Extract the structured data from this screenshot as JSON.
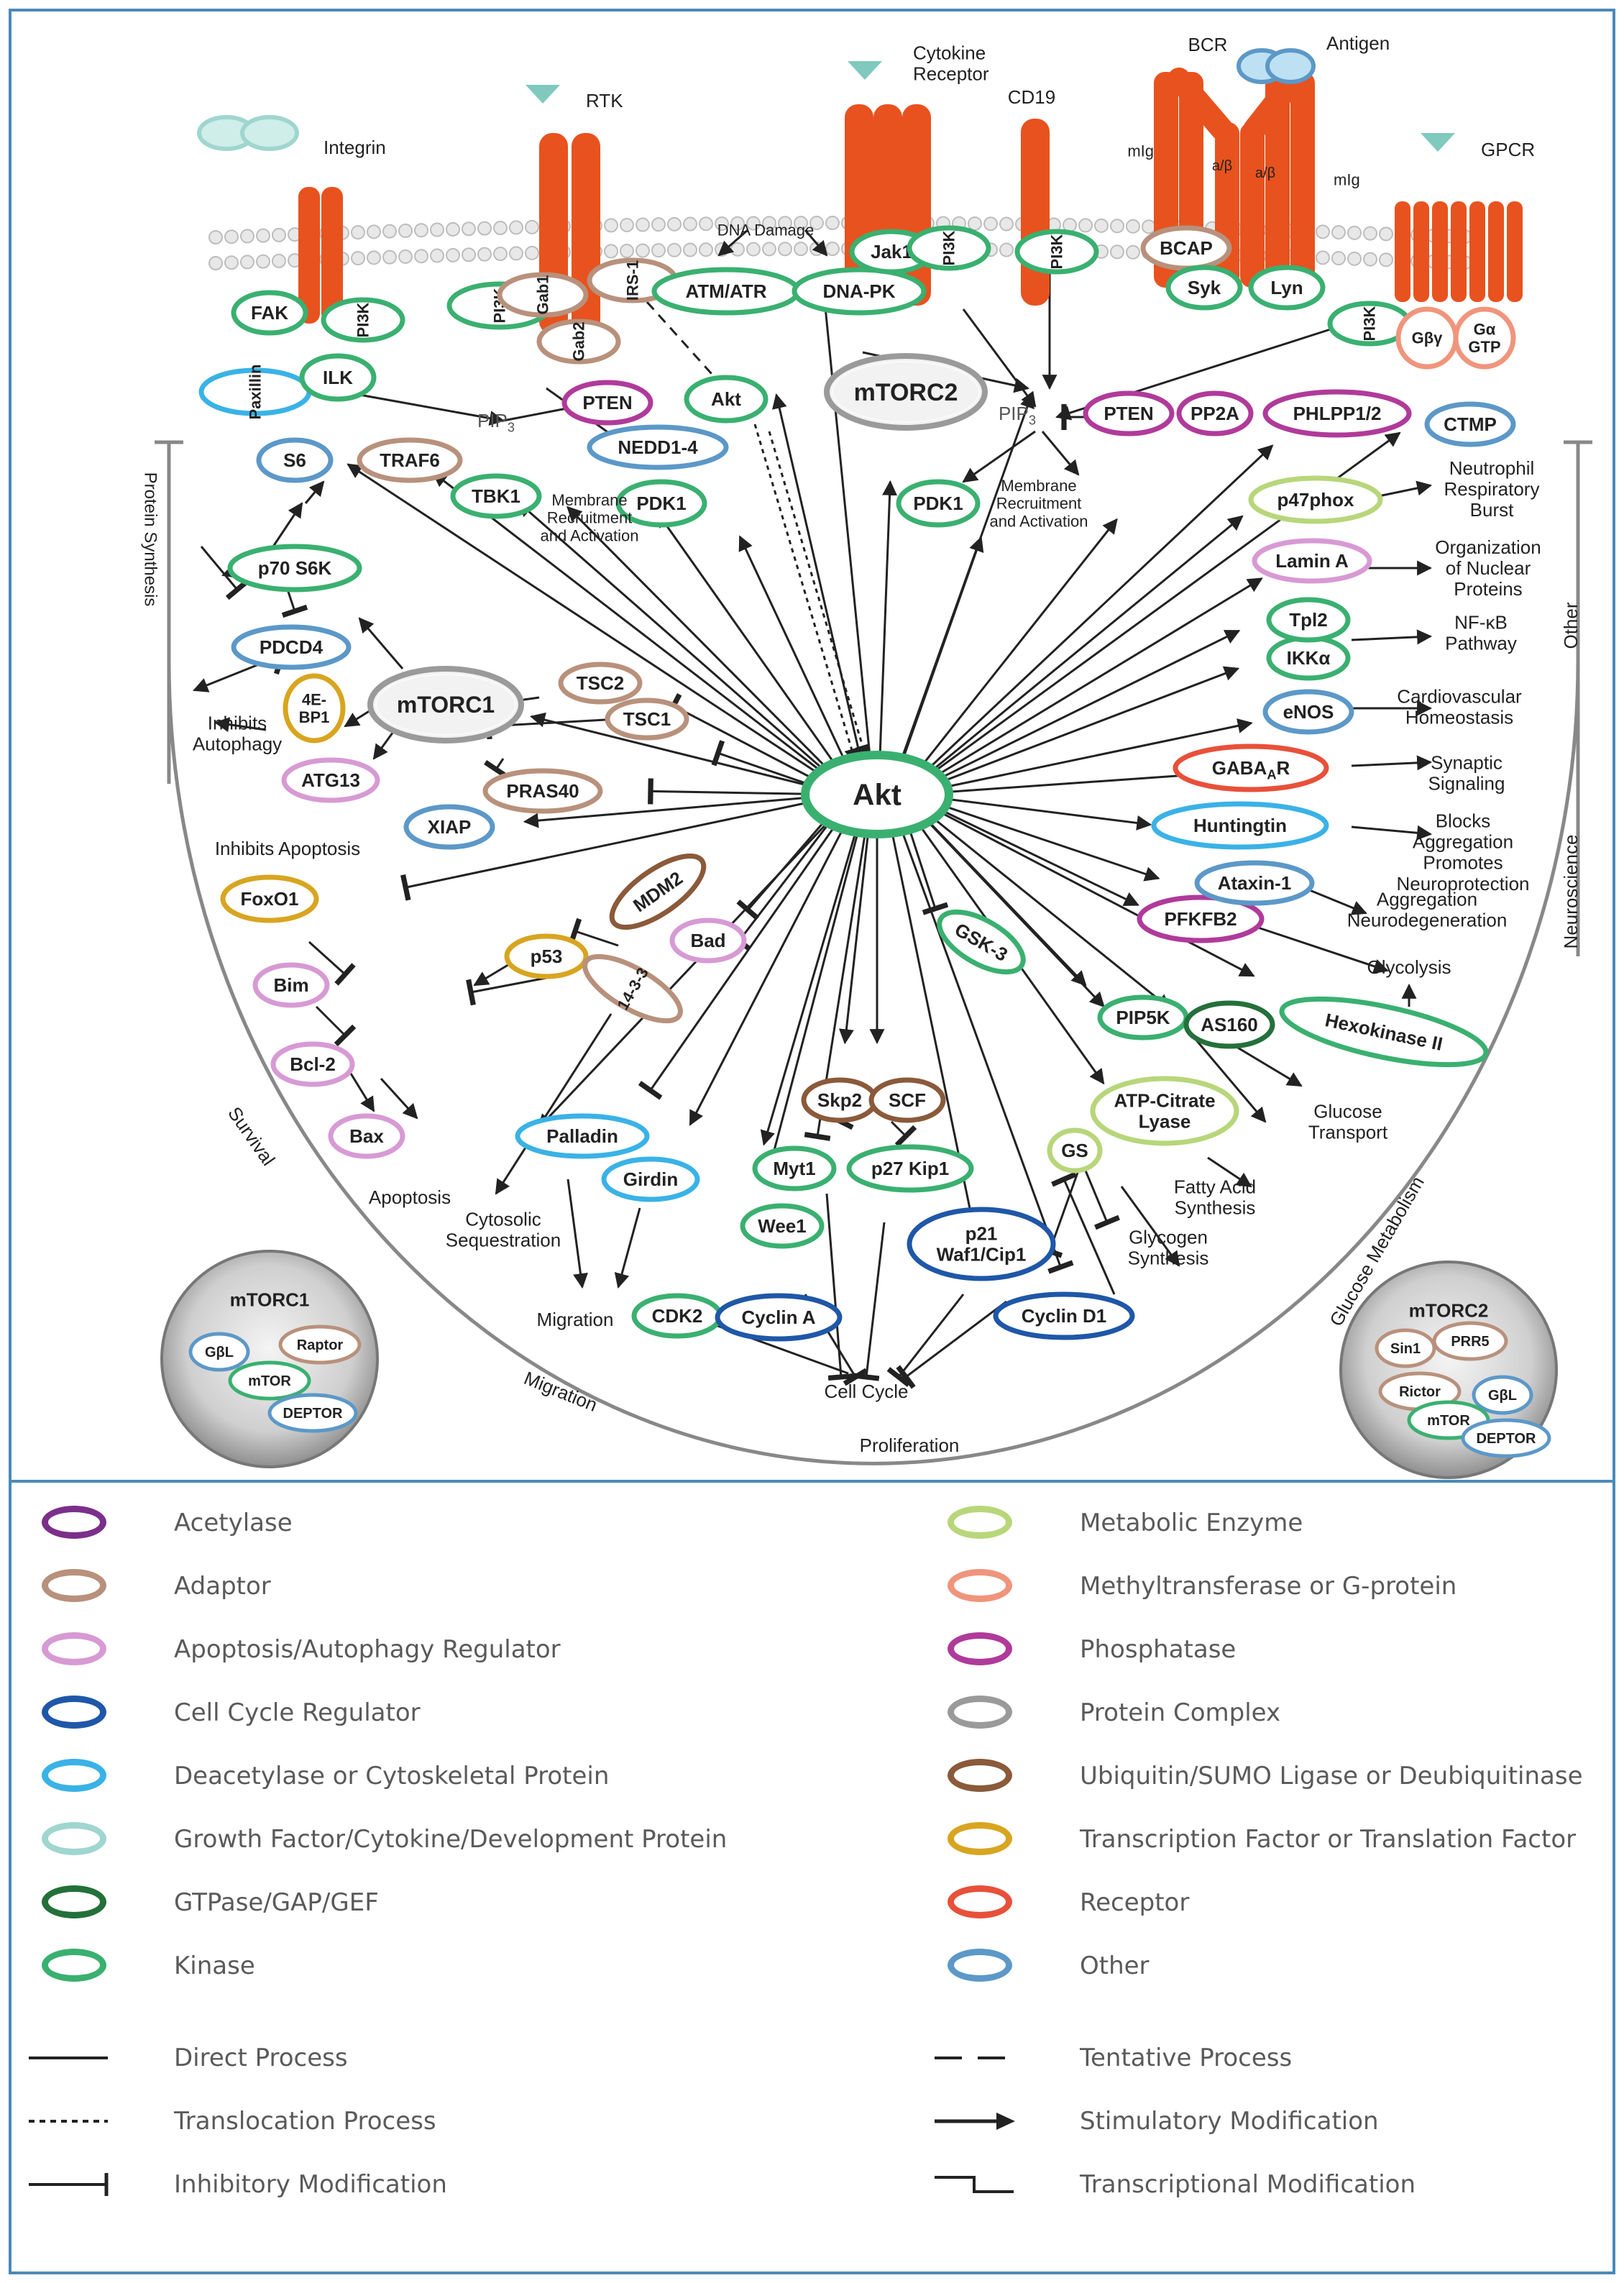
{
  "nodes": {
    "integrin": "Integrin",
    "rtk": "RTK",
    "cytokine_receptor": "Cytokine\nReceptor",
    "cd19": "CD19",
    "bcr": "BCR",
    "antigen": "Antigen",
    "gpcr": "GPCR",
    "mig1": "mIg",
    "mig2": "mIg",
    "ab1": "a/β",
    "ab2": "a/β",
    "fak": "FAK",
    "paxillin": "Paxillin",
    "ilk": "ILK",
    "pi3k_integrin": "PI3K",
    "pi3k_rtk": "PI3K",
    "gab1": "Gab1",
    "gab2": "Gab2",
    "irs1": "IRS-1",
    "dna_damage": "DNA Damage",
    "atm_atr": "ATM/ATR",
    "dna_pk": "DNA-PK",
    "jak1": "Jak1",
    "pi3k_cyto": "PI3K",
    "pi3k_cd19": "PI3K",
    "bcap": "BCAP",
    "syk": "Syk",
    "lyn": "Lyn",
    "pi3k_gpcr": "PI3K",
    "gby": "Gβγ",
    "ga_gtp": "Gα\nGTP",
    "pip3_left": "PIP3",
    "pip3_right": "PIP3",
    "pten_left": "PTEN",
    "akt_top": "Akt",
    "nedd": "NEDD1-4",
    "traf6": "TRAF6",
    "tbk1": "TBK1",
    "pdk1_left": "PDK1",
    "mrec_left": "Membrane\nRecruitment\nand Activation",
    "mtorc2_top": "mTORC2",
    "pten_right": "PTEN",
    "pp2a": "PP2A",
    "phlpp": "PHLPP1/2",
    "ctmp": "CTMP",
    "pdk1_right": "PDK1",
    "mrec_right": "Membrane\nRecruitment\nand Activation",
    "s6": "S6",
    "p70": "p70 S6K",
    "pdcd4": "PDCD4",
    "ebp1": "4E-\nBP1",
    "mtorc1": "mTORC1",
    "tsc2": "TSC2",
    "tsc1": "TSC1",
    "atg13": "ATG13",
    "pras40": "PRAS40",
    "inhibits_autophagy": "Inhibits\nAutophagy",
    "protein_synthesis": "Protein Synthesis",
    "akt": "Akt",
    "xiap": "XIAP",
    "inhibits_apoptosis": "Inhibits Apoptosis",
    "foxo1": "FoxO1",
    "mdm2": "MDM2",
    "bad": "Bad",
    "p53": "p53",
    "bim": "Bim",
    "p1433": "14-3-3",
    "bcl2": "Bcl-2",
    "bax": "Bax",
    "apoptosis": "Apoptosis",
    "cytosolic": "Cytosolic\nSequestration",
    "survival": "Survival",
    "palladin": "Palladin",
    "girdin": "Girdin",
    "migration_label": "Migration",
    "migration_arc": "Migration",
    "cdk2": "CDK2",
    "cyclina": "Cyclin A",
    "wee1": "Wee1",
    "myt1": "Myt1",
    "skp2": "Skp2",
    "scf": "SCF",
    "p27": "p27 Kip1",
    "p21": "p21\nWaf1/Cip1",
    "cyclind1": "Cyclin D1",
    "gsk3": "GSK-3",
    "cell_cycle": "Cell Cycle",
    "proliferation": "Proliferation",
    "gs": "GS",
    "glycogen": "Glycogen\nSynthesis",
    "acl": "ATP-Citrate\nLyase",
    "fatty": "Fatty Acid\nSynthesis",
    "pip5k": "PIP5K",
    "as160": "AS160",
    "glucose_transport": "Glucose\nTransport",
    "hexokinase": "Hexokinase II",
    "glycolysis": "Glycolysis",
    "pfkfb2": "PFKFB2",
    "ataxin": "Ataxin-1",
    "aggregation": "Aggregation\nNeurodegeneration",
    "huntingtin": "Huntingtin",
    "blocks": "Blocks\nAggregation\nPromotes\nNeuroprotection",
    "gabaar": "GABAAR",
    "synaptic": "Synaptic\nSignaling",
    "enos": "eNOS",
    "cardio": "Cardiovascular\nHomeostasis",
    "ikka": "IKKα",
    "tpl2": "Tpl2",
    "nfkb": "NF-κB\nPathway",
    "lamina": "Lamin A",
    "nuclear": "Organization\nof Nuclear\nProteins",
    "p47phox": "p47phox",
    "neutrophil": "Neutrophil\nRespiratory\nBurst",
    "other": "Other",
    "neuroscience": "Neuroscience",
    "glucose_metabolism": "Glucose Metabolism",
    "inset1_title": "mTORC1",
    "inset1_gbl": "GβL",
    "inset1_raptor": "Raptor",
    "inset1_mtor": "mTOR",
    "inset1_deptor": "DEPTOR",
    "inset2_title": "mTORC2",
    "inset2_sin1": "Sin1",
    "inset2_prr5": "PRR5",
    "inset2_rictor": "Rictor",
    "inset2_gbl": "GβL",
    "inset2_mtor": "mTOR",
    "inset2_deptor": "DEPTOR"
  },
  "legend": [
    {
      "label": "Acetylase",
      "color": "#7b2f8a",
      "kind": "ellipse"
    },
    {
      "label": "Metabolic Enzyme",
      "color": "#b8d67a",
      "kind": "ellipse"
    },
    {
      "label": "Adaptor",
      "color": "#b8917c",
      "kind": "ellipse"
    },
    {
      "label": "Methyltransferase or G-protein",
      "color": "#f0957c",
      "kind": "ellipse"
    },
    {
      "label": "Apoptosis/Autophagy Regulator",
      "color": "#d79ad4",
      "kind": "ellipse"
    },
    {
      "label": "Phosphatase",
      "color": "#b03a9a",
      "kind": "ellipse"
    },
    {
      "label": "Cell Cycle Regulator",
      "color": "#1f57a8",
      "kind": "ellipse"
    },
    {
      "label": "Protein Complex",
      "color": "#9a9a9a",
      "kind": "ellipse"
    },
    {
      "label": "Deacetylase or Cytoskeletal Protein",
      "color": "#3ab2e6",
      "kind": "ellipse"
    },
    {
      "label": "Ubiquitin/SUMO Ligase or Deubiquitinase",
      "color": "#8a5a3a",
      "kind": "ellipse"
    },
    {
      "label": "Growth Factor/Cytokine/Development Protein",
      "color": "#9fd6cf",
      "kind": "ellipse"
    },
    {
      "label": "Transcription Factor or Translation Factor",
      "color": "#d8a520",
      "kind": "ellipse"
    },
    {
      "label": "GTPase/GAP/GEF",
      "color": "#24703a",
      "kind": "ellipse"
    },
    {
      "label": "Receptor",
      "color": "#e8503a",
      "kind": "ellipse"
    },
    {
      "label": "Kinase",
      "color": "#3ab070",
      "kind": "ellipse"
    },
    {
      "label": "Other",
      "color": "#5c98c8",
      "kind": "ellipse"
    },
    {
      "label": "Direct Process",
      "color": "#333333",
      "kind": "solid"
    },
    {
      "label": "Tentative Process",
      "color": "#333333",
      "kind": "dashed"
    },
    {
      "label": "Translocation Process",
      "color": "#333333",
      "kind": "dotted"
    },
    {
      "label": "Stimulatory Modification",
      "color": "#333333",
      "kind": "arrow"
    },
    {
      "label": "Inhibitory Modification",
      "color": "#333333",
      "kind": "inhibit"
    },
    {
      "label": "Transcriptional Modification",
      "color": "#333333",
      "kind": "step"
    }
  ],
  "colors": {
    "frame": "#4a8ab8",
    "receptor": "#e8521e",
    "kinase": "#3ab070",
    "adaptor": "#b8917c",
    "phosphatase": "#b03a9a",
    "other": "#5c98c8",
    "complex": "#9a9a9a",
    "apoptosis": "#d79ad4",
    "transcription": "#d8a520",
    "cellcycle": "#1f57a8",
    "ubiquitin": "#8a5a3a",
    "cytoskeletal": "#3ab2e6",
    "receptor_node": "#e8503a",
    "metabolic": "#b8d67a",
    "gtpase": "#24703a",
    "growth": "#9fd6cf",
    "gprotein": "#f0957c"
  }
}
